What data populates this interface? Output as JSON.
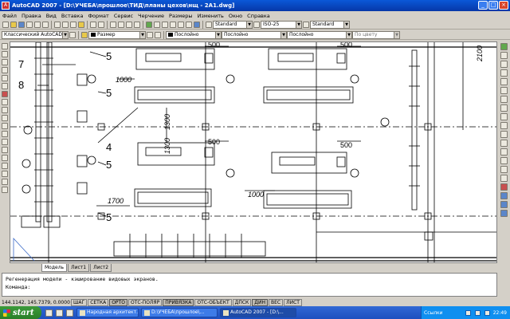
{
  "window": {
    "title": "AutoCAD 2007 - [D:\\УЧЕБА\\прошлое\\ТИД\\планы цехов\\нщ - 2А1.dwg]",
    "app_badge": "A"
  },
  "menu": [
    "Файл",
    "Правка",
    "Вид",
    "Вставка",
    "Формат",
    "Сервис",
    "Черчение",
    "Размеры",
    "Изменить",
    "Окно",
    "Справка"
  ],
  "toolbar1": {
    "text_style": "Standard",
    "dim_style": "ISO-25",
    "table_style": "Standard"
  },
  "toolbar2": {
    "workspace": "Классический AutoCAD",
    "layer": "Размер",
    "color": "Послойно",
    "linetype": "Послойно",
    "lineweight": "Послойно",
    "plotstyle": "По цвету"
  },
  "drawing": {
    "dimensions": {
      "d500_1": "500",
      "d500_2": "500",
      "d500_3": "500",
      "d500_4": "500",
      "d1000_1": "1000",
      "d1000_2": "1000",
      "d1300_1": "1300",
      "d1300_2": "1300",
      "d1700": "1700",
      "d2100": "2100"
    },
    "callouts": {
      "c7": "7",
      "c8": "8",
      "c5a": "5",
      "c5b": "5",
      "c5c": "5",
      "c5d": "5",
      "c4": "4"
    }
  },
  "tabs": [
    "Модель",
    "Лист1",
    "Лист2"
  ],
  "active_tab": "Модель",
  "command": {
    "line1": "Регенерация модели - кэширование видовых экранов.",
    "line2": "Команда:"
  },
  "status": {
    "coords": "144.1142, 145.7379, 0.0000",
    "buttons": [
      "ШАГ",
      "СЕТКА",
      "ОРТО",
      "ОТС-ПОЛЯР",
      "ПРИВЯЗКА",
      "ОТС-ОБЪЕКТ",
      "ДПСК",
      "ДИН",
      "ВЕС",
      "ЛИСТ"
    ],
    "on": [
      "ОРТО",
      "ПРИВЯЗКА",
      "ДИН"
    ]
  },
  "taskbar": {
    "start": "start",
    "items": [
      "Народная архитект...",
      "D:\\УЧЕБА\\прошлое\\...",
      "AutoCAD 2007 - [D:\\..."
    ],
    "active": 2,
    "tray_label": "Ссылки",
    "clock": "22:49"
  }
}
